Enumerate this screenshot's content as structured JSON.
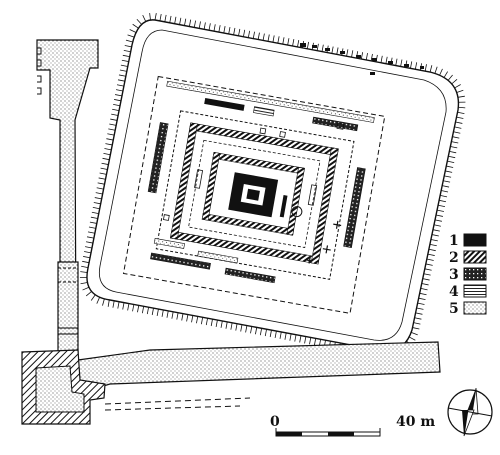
{
  "legend": {
    "items": [
      {
        "key": "1",
        "pattern": "solid"
      },
      {
        "key": "2",
        "pattern": "hatch"
      },
      {
        "key": "3",
        "pattern": "crosshatch"
      },
      {
        "key": "4",
        "pattern": "lines"
      },
      {
        "key": "5",
        "pattern": "dots"
      }
    ]
  },
  "scale": {
    "start_label": "0",
    "end_label": "40 m"
  },
  "north_arrow": {
    "icon": "north-arrow-icon"
  },
  "colors": {
    "ink": "#111111",
    "paper": "#ffffff"
  }
}
